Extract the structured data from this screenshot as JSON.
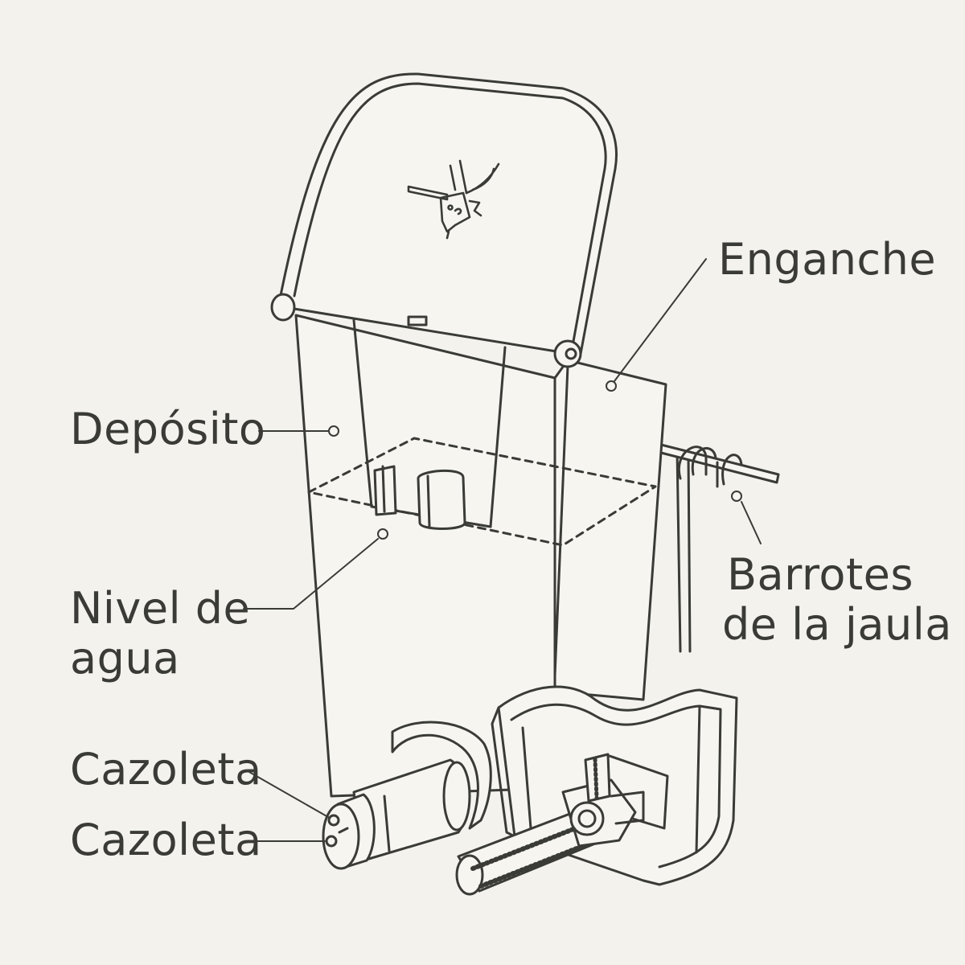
{
  "labels": {
    "enganche": "Enganche",
    "deposito": "Depósito",
    "barrotes_line1": "Barrotes",
    "barrotes_line2": "de la jaula",
    "nivel_line1": "Nivel de",
    "nivel_line2": "agua",
    "cazoleta_1": "Cazoleta",
    "cazoleta_2": "Cazoleta"
  },
  "colors": {
    "background": "#f3f2ec",
    "ink": "#3a3b37",
    "fill": "#f6f5f0"
  }
}
